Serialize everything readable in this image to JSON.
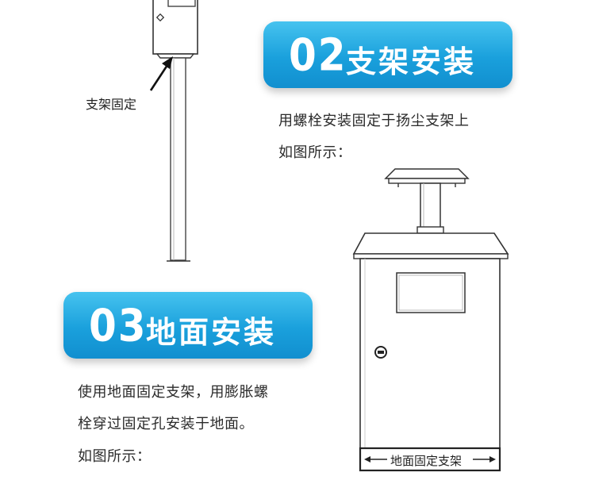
{
  "left_diagram": {
    "support_label": "支架固定"
  },
  "section_02": {
    "number": "02",
    "title": "支架安装",
    "description_line1": "用螺栓安装固定于扬尘支架上",
    "description_line2": "如图所示："
  },
  "section_03": {
    "number": "03",
    "title": "地面安装",
    "description_line1": "使用地面固定支架，用膨胀螺",
    "description_line2": "栓穿过固定孔安装于地面。",
    "description_line3": "如图所示："
  },
  "right_diagram": {
    "base_label": "地面固定支架"
  },
  "colors": {
    "pill_blue": "#1aa0dc",
    "line_dark": "#222222"
  }
}
